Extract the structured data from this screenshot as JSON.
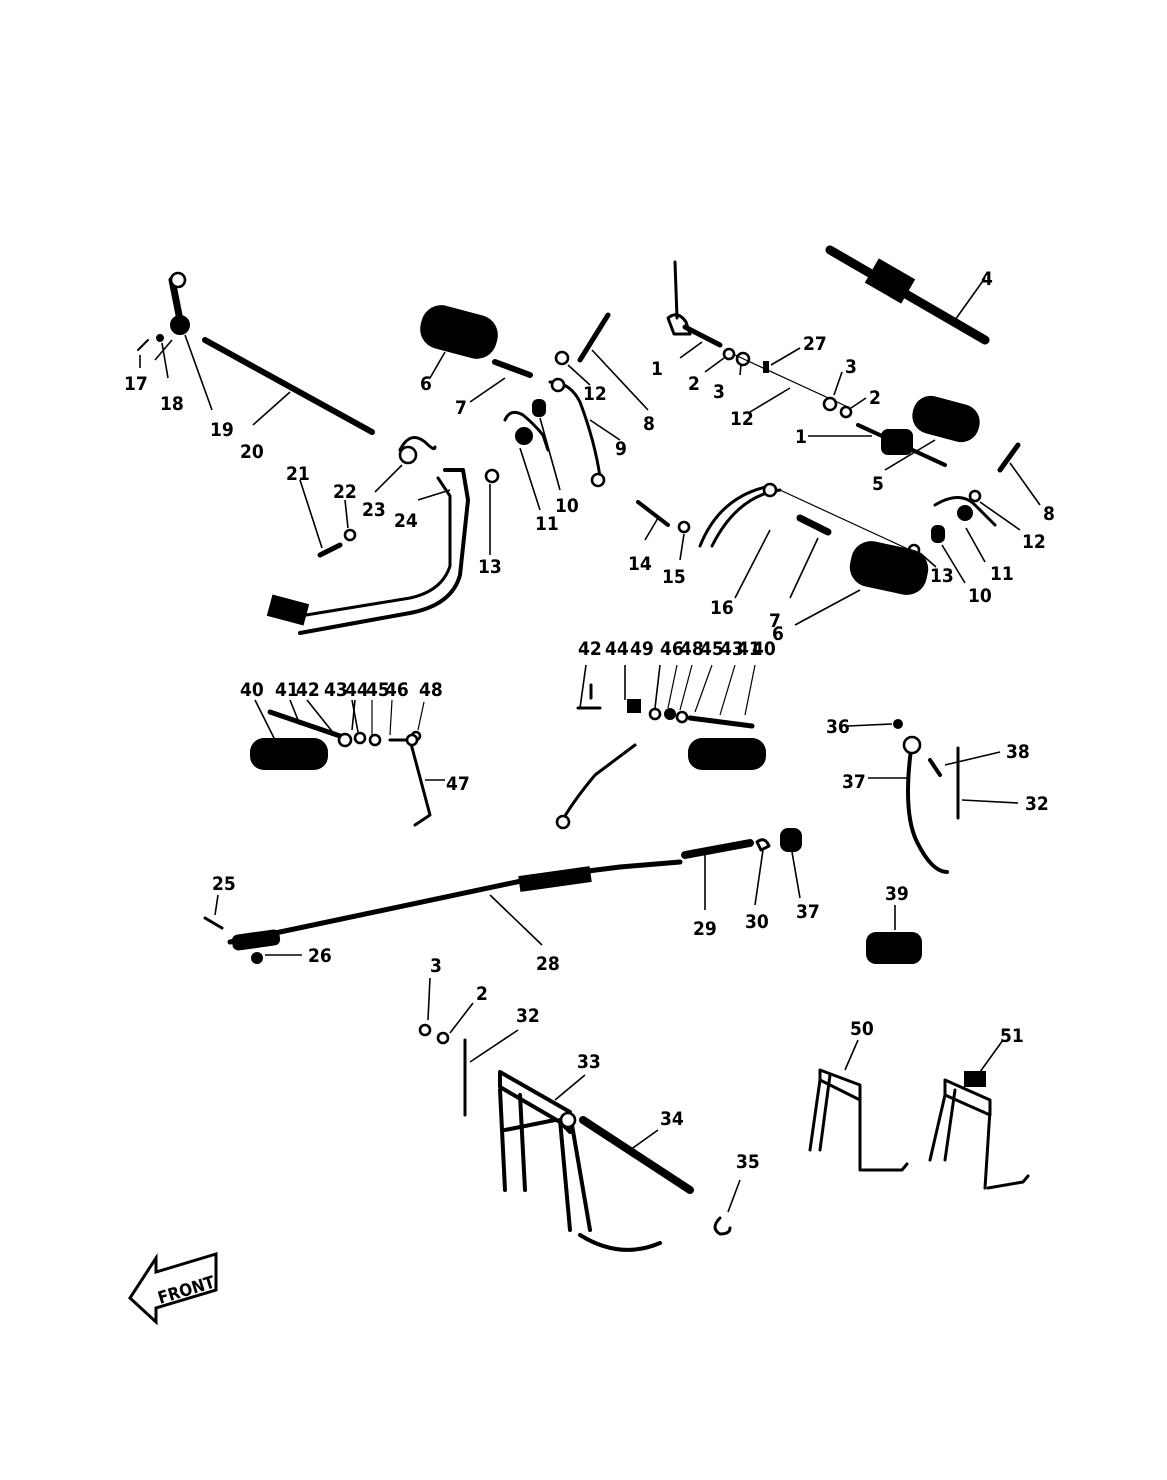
{
  "labels": {
    "l1a": "1",
    "l2a": "2",
    "l3a": "3",
    "l27": "27",
    "l3b": "3",
    "l12a": "12",
    "l2b": "2",
    "l1b": "1",
    "l4": "4",
    "l5": "5",
    "l8a": "8",
    "l12b": "12",
    "l11a": "11",
    "l10a": "10",
    "l13a": "13",
    "l6a": "6",
    "l7a": "7",
    "l16": "16",
    "l14": "14",
    "l15": "15",
    "l17": "17",
    "l18": "18",
    "l19": "19",
    "l20": "20",
    "l6b": "6",
    "l7b": "7",
    "l12c": "12",
    "l8b": "8",
    "l9": "9",
    "l10b": "10",
    "l11b": "11",
    "l13b": "13",
    "l21": "21",
    "l22": "22",
    "l23": "23",
    "l24": "24",
    "l40a": "40",
    "l41a": "41",
    "l42a": "42",
    "l43a": "43",
    "l44a": "44",
    "l45a": "45",
    "l46a": "46",
    "l48a": "48",
    "l47": "47",
    "l42b": "42",
    "l44b": "44",
    "l49": "49",
    "l46b": "46",
    "l48b": "48",
    "l45b": "45",
    "l43b": "43",
    "l41b": "41",
    "l40b": "40",
    "l36": "36",
    "l37a": "37",
    "l38": "38",
    "l32a": "32",
    "l39": "39",
    "l25": "25",
    "l26": "26",
    "l28": "28",
    "l29": "29",
    "l30": "30",
    "l37b": "37",
    "l3c": "3",
    "l2c": "2",
    "l32b": "32",
    "l33": "33",
    "l34": "34",
    "l35": "35",
    "l50": "50",
    "l51": "51"
  },
  "front_label": "FRONT"
}
